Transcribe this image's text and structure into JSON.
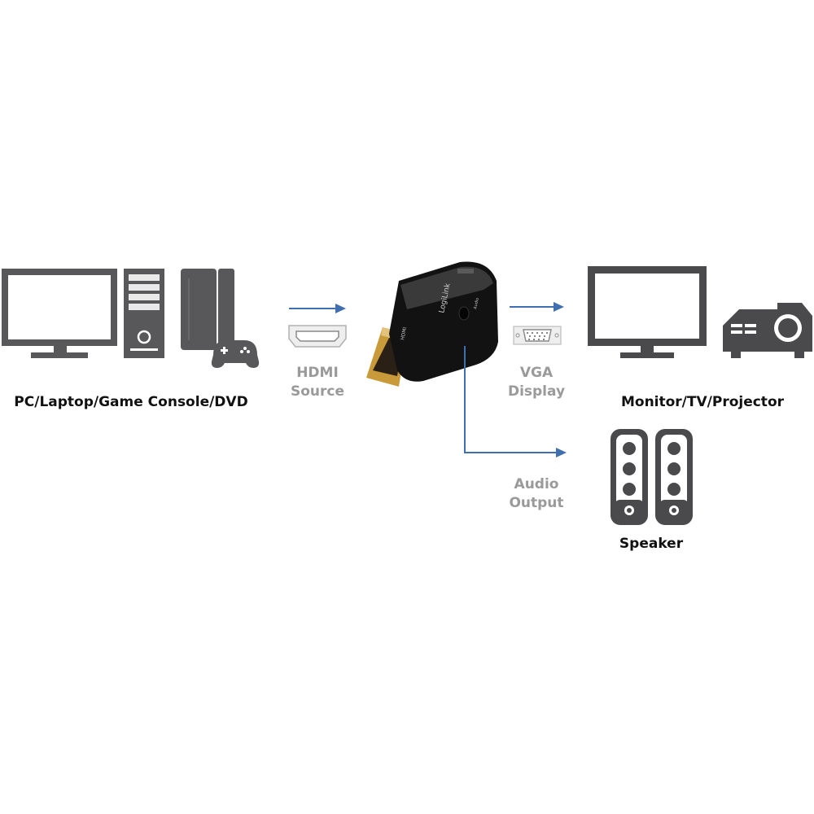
{
  "source_group": {
    "label": "PC/Laptop/Game Console/DVD"
  },
  "hdmi_link": {
    "line1": "HDMI",
    "line2": "Source"
  },
  "vga_link": {
    "line1": "VGA",
    "line2": "Display"
  },
  "audio_link": {
    "line1": "Audio",
    "line2": "Output"
  },
  "display_group": {
    "label": "Monitor/TV/Projector"
  },
  "speaker_group": {
    "label": "Speaker"
  },
  "adapter": {
    "brand": "LogiLink",
    "hdmi_tag": "HDMI",
    "audio_tag": "Audio"
  },
  "colors": {
    "arrow": "#3f6fae",
    "icon": "#58585a",
    "icon_dark": "#4a4a4c",
    "grey_text": "#9a9a9a"
  }
}
